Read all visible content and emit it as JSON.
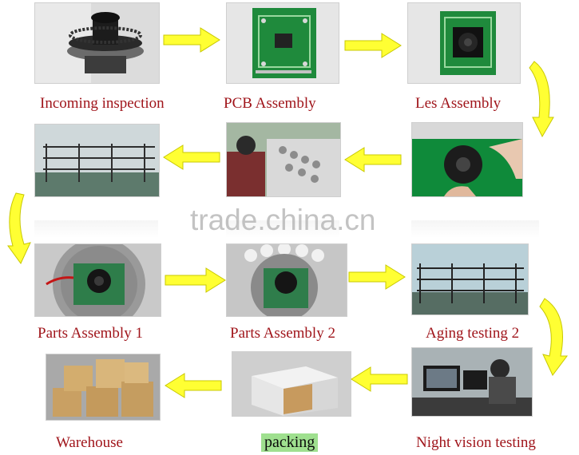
{
  "watermark": "trade.china.cn",
  "colors": {
    "label": "#a0151b",
    "arrow_fill": "#ffff33",
    "arrow_stroke": "#c8c800",
    "packing_highlight": "#9fe08f"
  },
  "steps": [
    {
      "order": 1,
      "label": "Incoming inspection",
      "photo": "camera-lens-gear-photo"
    },
    {
      "order": 2,
      "label": "PCB Assembly",
      "photo": "green-pcb-board-photo"
    },
    {
      "order": 3,
      "label": "Les Assembly",
      "photo": "pcb-with-lens-photo"
    },
    {
      "order": 4,
      "label": "",
      "photo": "led-ring-assembly-hands-photo"
    },
    {
      "order": 5,
      "label": "",
      "photo": "workers-assembly-line-photo"
    },
    {
      "order": 6,
      "label": "",
      "photo": "aging-racks-room-photo"
    },
    {
      "order": 7,
      "label": "Parts Assembly 1",
      "photo": "camera-housing-board-photo"
    },
    {
      "order": 8,
      "label": "Parts Assembly 2",
      "photo": "ir-led-housing-photo"
    },
    {
      "order": 9,
      "label": "Aging testing 2",
      "photo": "aging-racks-room-2-photo"
    },
    {
      "order": 10,
      "label": "Night vision testing",
      "photo": "monitor-testing-station-photo"
    },
    {
      "order": 11,
      "label": "packing",
      "photo": "cardboard-box-packing-photo"
    },
    {
      "order": 12,
      "label": "Warehouse",
      "photo": "warehouse-boxes-photo"
    }
  ]
}
